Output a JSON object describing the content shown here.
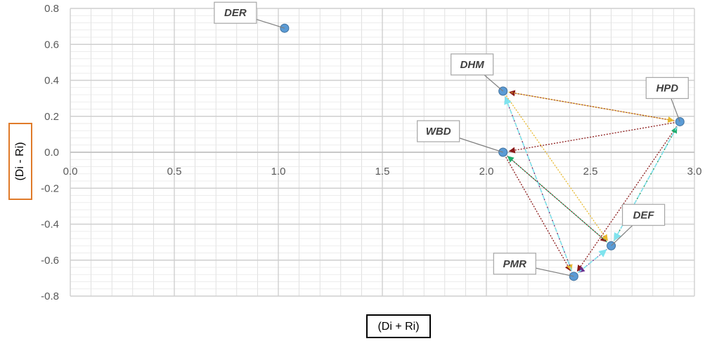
{
  "chart_data": {
    "type": "scatter",
    "xlabel": "(Di + Ri)",
    "ylabel": "(Di - Ri)",
    "xlim": [
      0,
      3.0
    ],
    "ylim": [
      -0.8,
      0.8
    ],
    "x_ticks": [
      "0.0",
      "0.5",
      "1.0",
      "1.5",
      "2.0",
      "2.5",
      "3.0"
    ],
    "y_ticks": [
      "0.8",
      "0.6",
      "0.4",
      "0.2",
      "0.0",
      "-0.2",
      "-0.4",
      "-0.6",
      "-0.8"
    ],
    "grid": true,
    "points": [
      {
        "label": "DER",
        "x": 1.03,
        "y": 0.69
      },
      {
        "label": "DHM",
        "x": 2.08,
        "y": 0.34
      },
      {
        "label": "HPD",
        "x": 2.93,
        "y": 0.17
      },
      {
        "label": "WBD",
        "x": 2.08,
        "y": 0.0
      },
      {
        "label": "DEF",
        "x": 2.6,
        "y": -0.52
      },
      {
        "label": "PMR",
        "x": 2.42,
        "y": -0.69
      }
    ],
    "arrows": [
      {
        "from": "HPD",
        "to": "DHM",
        "color": "#8b1a1a"
      },
      {
        "from": "HPD",
        "to": "WBD",
        "color": "#8b1a1a"
      },
      {
        "from": "HPD",
        "to": "DEF",
        "color": "#8b1a1a"
      },
      {
        "from": "HPD",
        "to": "PMR",
        "color": "#8b1a1a"
      },
      {
        "from": "WBD",
        "to": "DEF",
        "color": "#8b1a1a"
      },
      {
        "from": "WBD",
        "to": "PMR",
        "color": "#8b1a1a"
      },
      {
        "from": "DHM",
        "to": "HPD",
        "color": "#e8b92f"
      },
      {
        "from": "DHM",
        "to": "DEF",
        "color": "#e8b92f"
      },
      {
        "from": "DHM",
        "to": "PMR",
        "color": "#e8b92f"
      },
      {
        "from": "DEF",
        "to": "PMR",
        "color": "#6a2c8e"
      },
      {
        "from": "PMR",
        "to": "DHM",
        "color": "#6a2c8e"
      },
      {
        "from": "DEF",
        "to": "WBD",
        "color": "#1fae6e"
      },
      {
        "from": "DEF",
        "to": "HPD",
        "color": "#1fae6e"
      },
      {
        "from": "PMR",
        "to": "DHM",
        "color": "#7fe3ee"
      },
      {
        "from": "HPD",
        "to": "DEF",
        "color": "#7fe3ee"
      },
      {
        "from": "PMR",
        "to": "DEF",
        "color": "#7fe3ee"
      }
    ],
    "colors": {
      "point": "#5b9bd5",
      "grid": "#d9d9d9",
      "axis": "#bfbfbf"
    }
  }
}
